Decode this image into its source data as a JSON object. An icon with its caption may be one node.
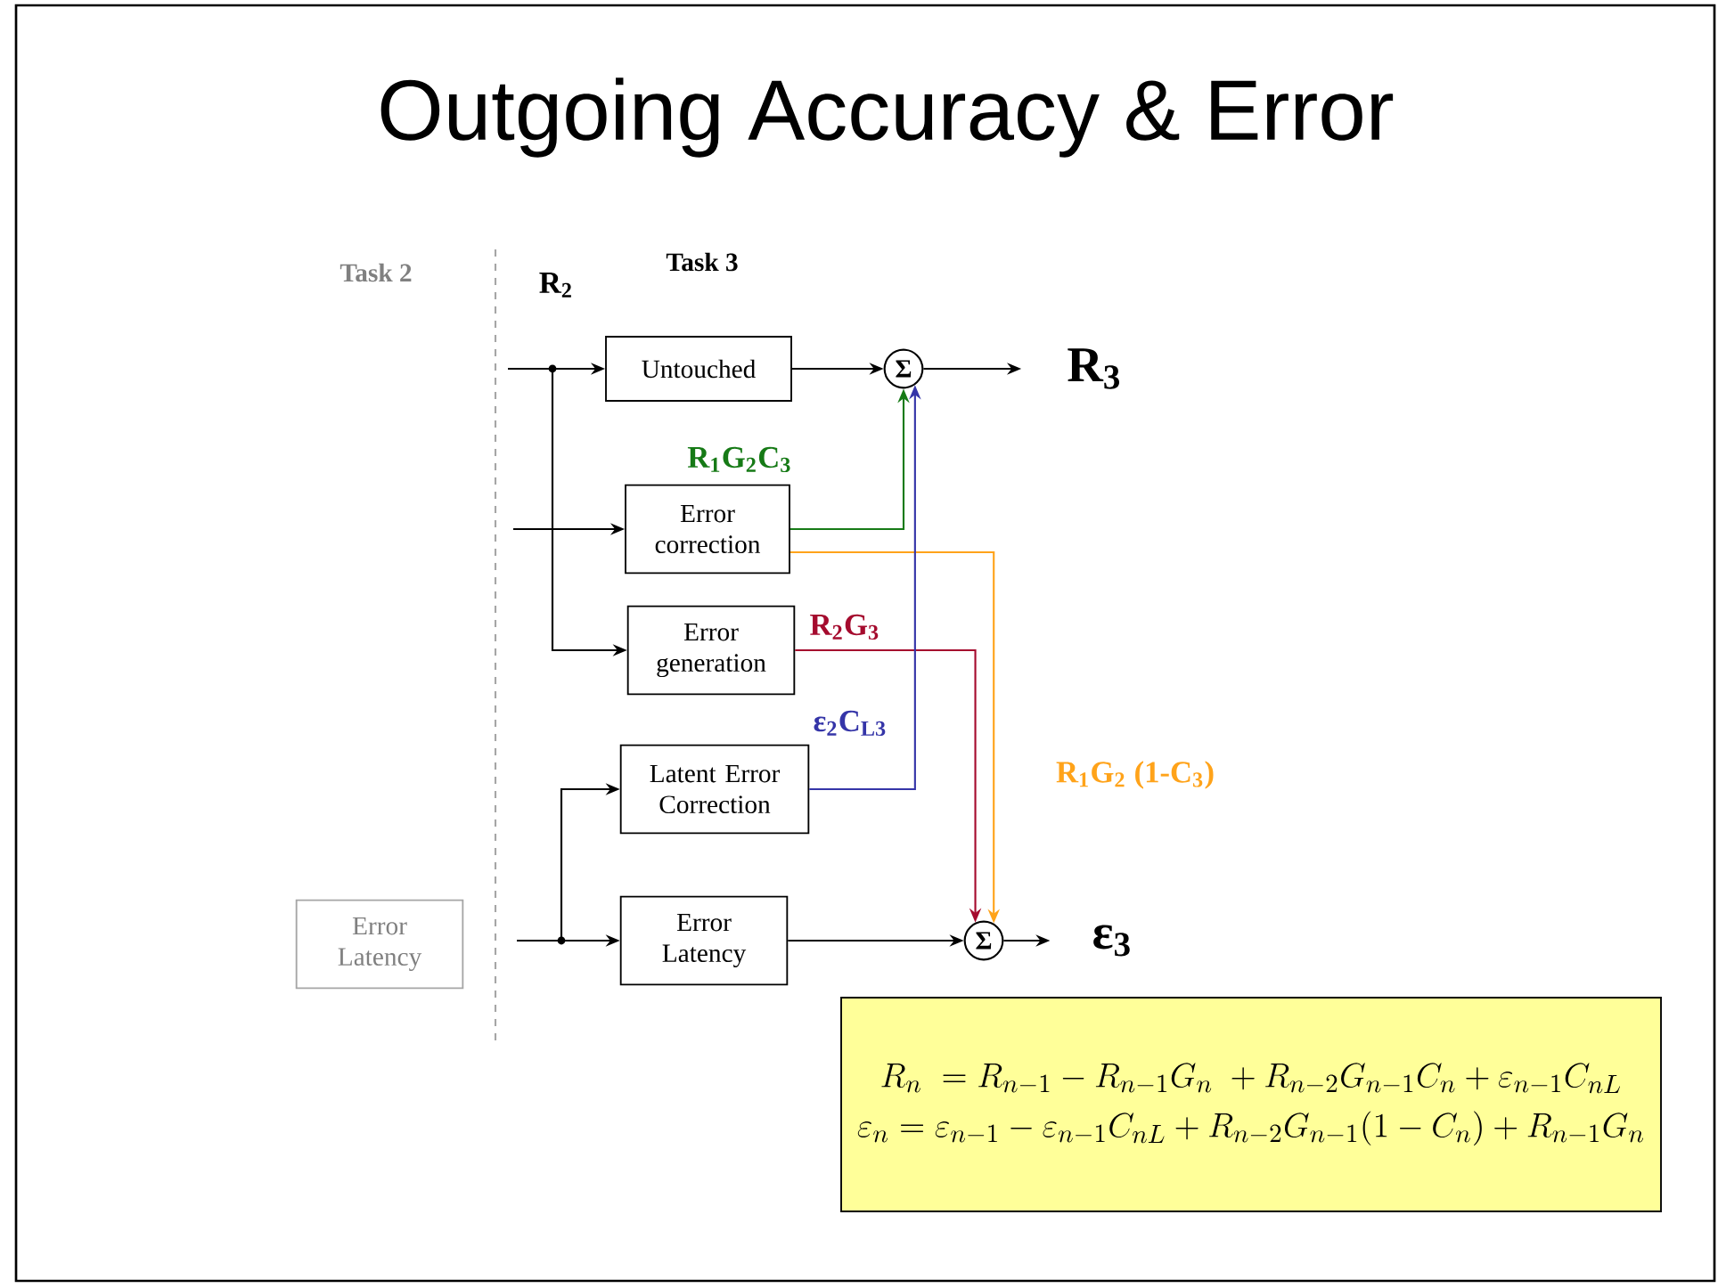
{
  "diagram": {
    "title": "Outgoing Accuracy & Error",
    "nodes": [
      {
        "text": [
          "Untouched"
        ]
      },
      {
        "text": [
          "Error correction"
        ]
      },
      {
        "text": [
          "Error generation"
        ]
      },
      {
        "text": [
          "Latent Error Correction"
        ]
      },
      {
        "text": [
          "Error Latency"
        ]
      },
      {
        "text": [
          "Σ"
        ]
      },
      {
        "text": [
          "Σ"
        ]
      },
      {
        "text": [
          "R$_{3}$"
        ]
      },
      {
        "text": [
          "ε$_{3}$"
        ]
      },
      {
        "text": [
          "Error Latency"
        ]
      },
      {
        "text": [
          "R_n \\;= R_{n-1} - R_{n-1}G_n \\;+ R_{n-2}G_{n-1}C_n + \\varepsilon_{n-1}C_{nL}",
          "\\varepsilon_n = \\varepsilon_{n-1} - \\varepsilon_{n-1}C_{nL} + R_{n-2}G_{n-1}\\bigl(1 - C_n\\bigr) + R_{n-1}G_n"
        ]
      }
    ],
    "edges": [
      {
        "from": null,
        "to": 0,
        "arrow": "to"
      },
      {
        "from": null,
        "to": 2,
        "arrow": "to"
      },
      {
        "from": null,
        "to": 1,
        "arrow": "to"
      },
      {
        "from": 0,
        "to": 5,
        "arrow": "to"
      },
      {
        "from": 5,
        "to": 7,
        "arrow": "to"
      },
      {
        "from": 1,
        "to": 5,
        "arrow": "to",
        "label": "R$_{1}$G$_{2}$C$_{3}$",
        "color": "#167a16"
      },
      {
        "from": 1,
        "to": 6,
        "arrow": "to",
        "label": "R$_{1}$G$_{2}$ (1-C$_{3}$)",
        "color": "#ffa31a"
      },
      {
        "from": 2,
        "to": 6,
        "arrow": "to",
        "label": "R$_{2}$G$_{3}$",
        "color": "#a50b2e"
      },
      {
        "from": 3,
        "to": 5,
        "arrow": "to",
        "label": "ε$_{2}$C$_{L3}$",
        "color": "#3535a8"
      },
      {
        "from": null,
        "to": 4,
        "arrow": "to"
      },
      {
        "from": null,
        "to": 3,
        "arrow": "to"
      },
      {
        "from": 4,
        "to": 6,
        "arrow": "to"
      },
      {
        "from": 6,
        "to": 8,
        "arrow": "to"
      }
    ],
    "labels": [
      "Task 2",
      "Task 3",
      "R$_{2}$"
    ]
  }
}
